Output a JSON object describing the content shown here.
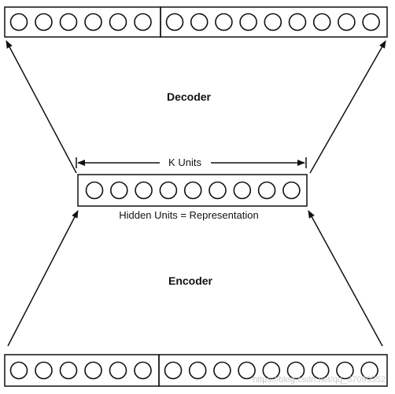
{
  "diagram": {
    "top_layer": {
      "left_units": 6,
      "right_units": 9
    },
    "bottom_layer": {
      "left_units": 6,
      "right_units": 9
    },
    "hidden_layer": {
      "units": 9
    },
    "decoder_label": "Decoder",
    "encoder_label": "Encoder",
    "k_units_label": "K Units",
    "hidden_label": "Hidden Units = Representation",
    "watermark": "https://blog.csdn.net/qq_37099552"
  },
  "colors": {
    "stroke": "#111111",
    "background": "#ffffff",
    "watermark": "#c9c9c9"
  }
}
